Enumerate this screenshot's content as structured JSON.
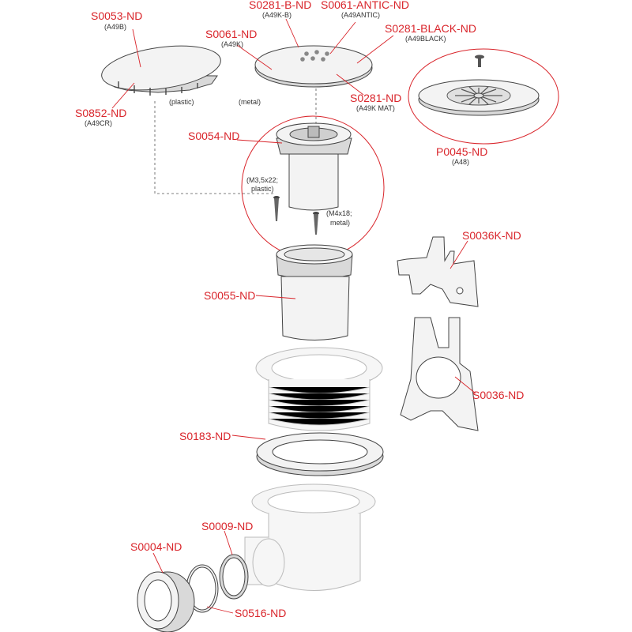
{
  "colors": {
    "label": "#d9252b",
    "text": "#333333",
    "outline": "#444444"
  },
  "labels": {
    "s0053": {
      "code": "S0053-ND",
      "sub": "(A49B)"
    },
    "s0852": {
      "code": "S0852-ND",
      "sub": "(A49CR)"
    },
    "plastic_note": "(plastic)",
    "s0281b": {
      "code": "S0281-B-ND",
      "sub": "(A49K-B)"
    },
    "s0061antic": {
      "code": "S0061-ANTIC-ND",
      "sub": "(A49ANTIC)"
    },
    "s0061": {
      "code": "S0061-ND",
      "sub": "(A49K)"
    },
    "s0281black": {
      "code": "S0281-BLACK-ND",
      "sub": "(A49BLACK)"
    },
    "s0281": {
      "code": "S0281-ND",
      "sub": "(A49K MAT)"
    },
    "metal_note": "(metal)",
    "p0045": {
      "code": "P0045-ND",
      "sub": "(A48)"
    },
    "s0054": {
      "code": "S0054-ND"
    },
    "screw_plastic_note": [
      "(M3,5x22;",
      "plastic)"
    ],
    "screw_metal_note": [
      "(M4x18;",
      "metal)"
    ],
    "s0036k": {
      "code": "S0036K-ND"
    },
    "s0055": {
      "code": "S0055-ND"
    },
    "s0036": {
      "code": "S0036-ND"
    },
    "s0183": {
      "code": "S0183-ND"
    },
    "s0009": {
      "code": "S0009-ND"
    },
    "s0004": {
      "code": "S0004-ND"
    },
    "s0516": {
      "code": "S0516-ND"
    }
  }
}
